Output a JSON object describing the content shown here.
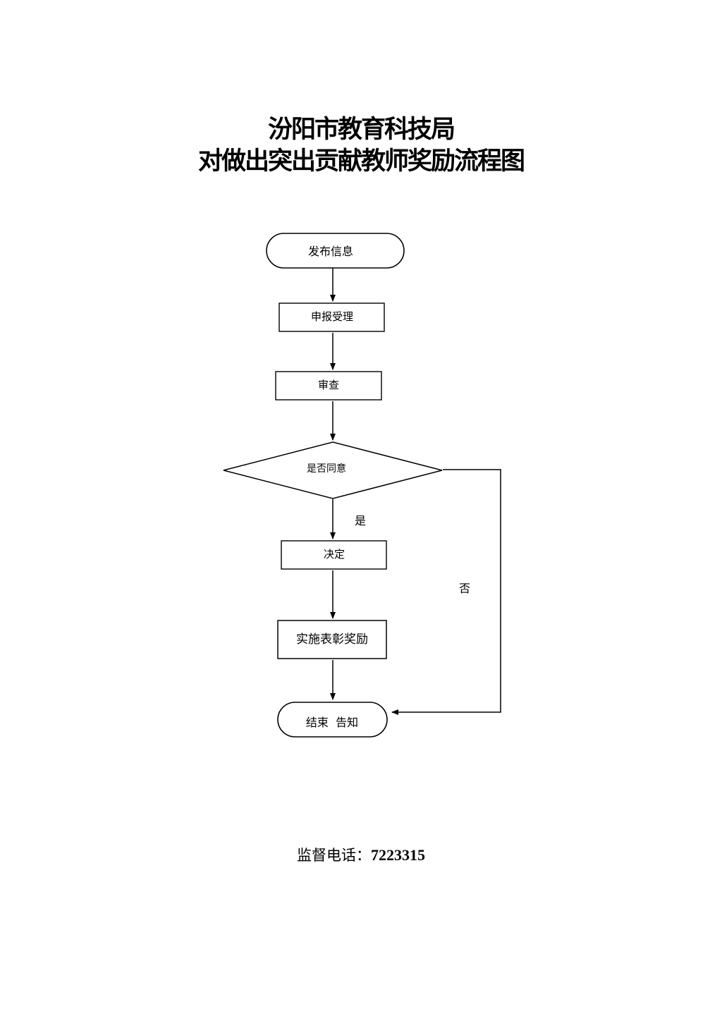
{
  "title": {
    "line1": "汾阳市教育科技局",
    "line2": "对做出突出贡献教师奖励流程图"
  },
  "flowchart": {
    "nodes": {
      "publish": "发布信息",
      "apply": "申报受理",
      "review": "审查",
      "decision": "是否同意",
      "decide": "决定",
      "implement": "实施表彰奖励",
      "end": "结束  告知"
    },
    "edges": {
      "yes_label": "是",
      "no_label": "否"
    }
  },
  "footer": {
    "label": "监督电话：",
    "phone": "7223315"
  }
}
